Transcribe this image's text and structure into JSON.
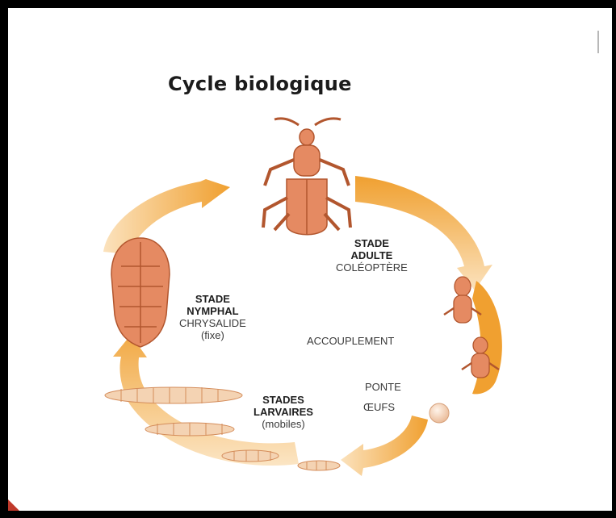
{
  "title": "Cycle biologique",
  "colors": {
    "arrow": "#f2a83a",
    "insect_fill": "#e58a62",
    "insect_stroke": "#b2562e",
    "larva_fill": "#f4d3b3",
    "larva_stroke": "#d48c5a",
    "egg_fill": "#f7dcc4"
  },
  "stages": {
    "adult": {
      "line1": "STADE",
      "line2": "ADULTE",
      "line3": "COLÉOPTÈRE"
    },
    "nymph": {
      "line1": "STADE",
      "line2": "NYMPHAL",
      "line3": "CHRYSALIDE",
      "line4": "(fixe)"
    },
    "larva": {
      "line1": "STADES",
      "line2": "LARVAIRES",
      "line3": "(mobiles)"
    },
    "mating": {
      "label": "ACCOUPLEMENT"
    },
    "laying": {
      "line1": "PONTE",
      "line2": "ŒUFS"
    }
  }
}
